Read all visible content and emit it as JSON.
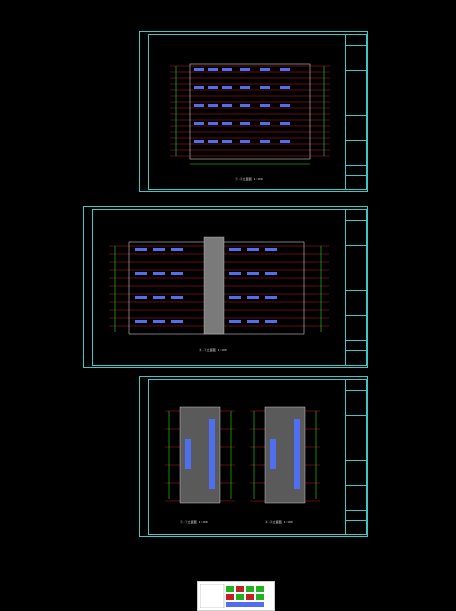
{
  "sheets": [
    {
      "caption": "①-④立面图 1:100",
      "scale": ""
    },
    {
      "caption": "④-①立面图 1:100",
      "scale": ""
    },
    {
      "captions": [
        "①-①立面图 1:100",
        "④-④立面图 1:100"
      ]
    }
  ],
  "colors": {
    "frame": "#3fc6c6",
    "grid_line": "#ff2020",
    "level_mark": "#20e020",
    "window": "#4f6ff0",
    "facade": "#c8c8c8",
    "background": "#000000"
  }
}
